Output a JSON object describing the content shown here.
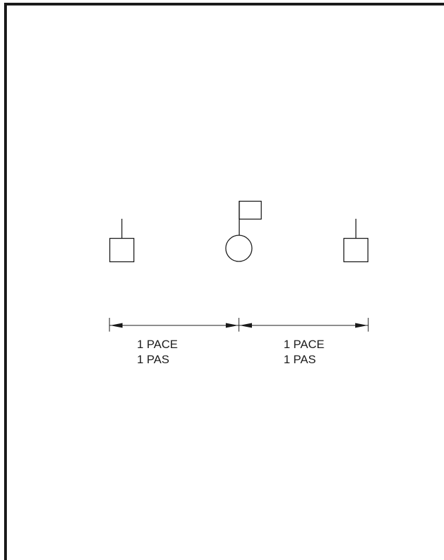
{
  "symbols": [
    {
      "shape": "square",
      "icon": "square-with-stem-icon"
    },
    {
      "shape": "circle",
      "icon": "circle-with-flag-icon"
    },
    {
      "shape": "square",
      "icon": "square-with-stem-icon"
    }
  ],
  "dimensions": [
    {
      "line1": "1 PACE",
      "line2": "1 PAS"
    },
    {
      "line1": "1 PACE",
      "line2": "1 PAS"
    }
  ],
  "colors": {
    "ink": "#1a1a1a",
    "background": "#ffffff"
  }
}
